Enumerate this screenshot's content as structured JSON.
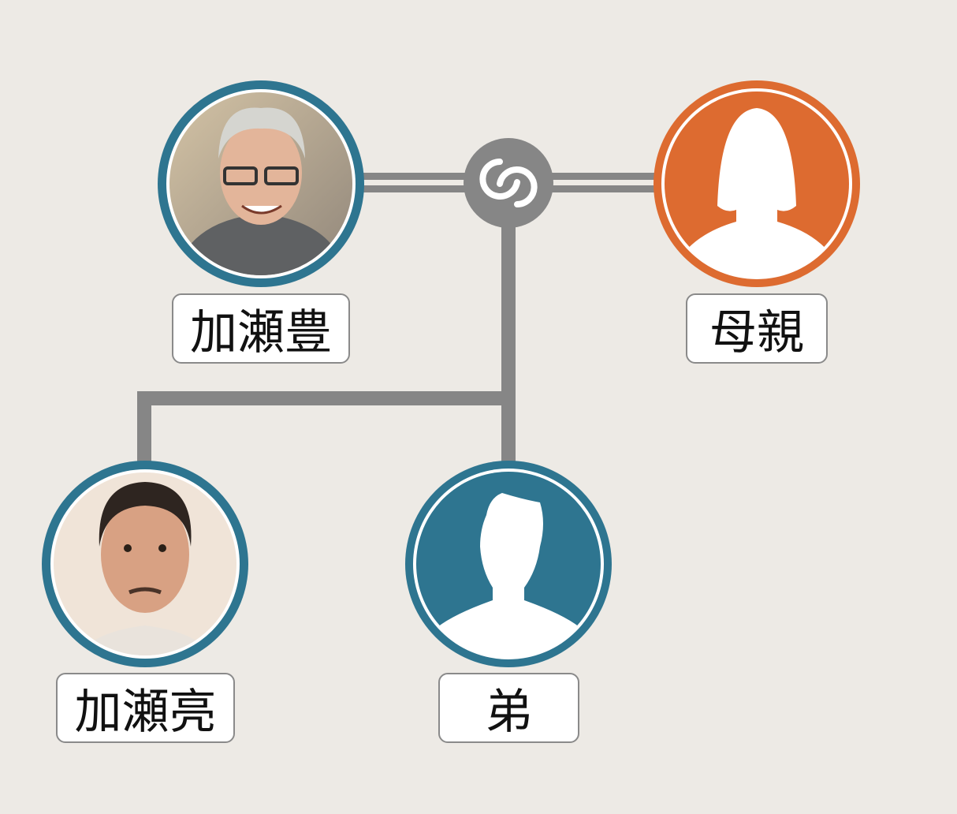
{
  "colors": {
    "background": "#edeae5",
    "line": "#868686",
    "male": "#2e7590",
    "female": "#dd6b30"
  },
  "marriage_icon": "interlocking-rings-icon",
  "people": {
    "father": {
      "name": "加瀬豊",
      "kind": "photo"
    },
    "mother": {
      "name": "母親",
      "kind": "female-silhouette"
    },
    "son1": {
      "name": "加瀬亮",
      "kind": "photo"
    },
    "son2": {
      "name": "弟",
      "kind": "male-silhouette"
    }
  }
}
